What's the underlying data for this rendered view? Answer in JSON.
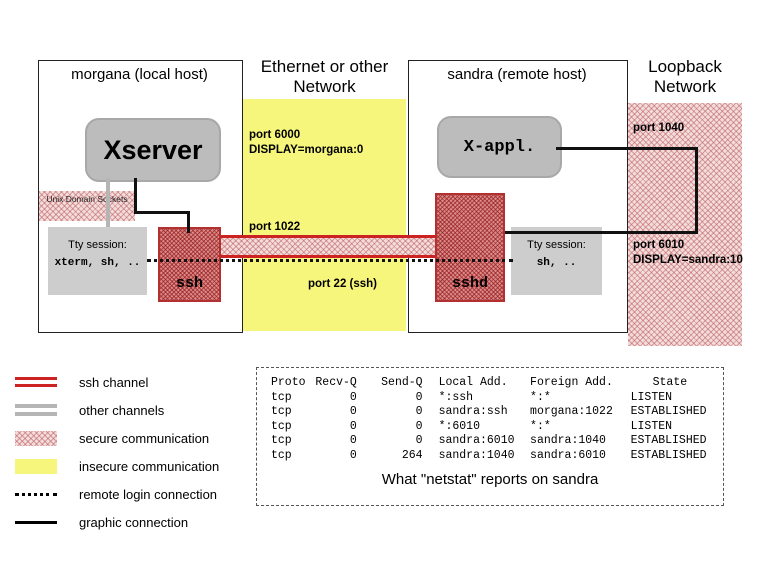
{
  "diagram": {
    "morgana": {
      "title": "morgana (local host)",
      "xserver_label": "Xserver",
      "unix_sockets_label": "Unix Domain Sockets",
      "tty_title": "Tty session:",
      "tty_programs": "xterm, sh, ..",
      "ssh_label": "ssh"
    },
    "ethernet": {
      "title": "Ethernet or other Network",
      "port6000_label": "port 6000",
      "display_label": "DISPLAY=morgana:0",
      "port1022_label": "port 1022",
      "port22_label": "port 22 (ssh)"
    },
    "sandra": {
      "title": "sandra (remote host)",
      "xappl_label": "X-appl.",
      "sshd_label": "sshd",
      "tty_title": "Tty session:",
      "tty_programs": "sh, .."
    },
    "loopback": {
      "title": "Loopback Network",
      "port1040_label": "port 1040",
      "port6010_label": "port 6010",
      "display_label": "DISPLAY=sandra:10"
    }
  },
  "legend": {
    "items": [
      {
        "label": "ssh channel",
        "swatch": "red-double-line"
      },
      {
        "label": "other channels",
        "swatch": "gray-double-line"
      },
      {
        "label": "secure communication",
        "swatch": "pink-hatch"
      },
      {
        "label": "insecure communication",
        "swatch": "yellow-box"
      },
      {
        "label": "remote login connection",
        "swatch": "dotted-line"
      },
      {
        "label": "graphic connection",
        "swatch": "solid-line"
      }
    ]
  },
  "netstat": {
    "columns": [
      "Proto",
      "Recv-Q",
      "Send-Q",
      "Local Add.",
      "Foreign Add.",
      "State"
    ],
    "rows": [
      [
        "tcp",
        "0",
        "0",
        "*:ssh",
        "*:*",
        "LISTEN"
      ],
      [
        "tcp",
        "0",
        "0",
        "sandra:ssh",
        "morgana:1022",
        "ESTABLISHED"
      ],
      [
        "tcp",
        "0",
        "0",
        "*:6010",
        "*:*",
        "LISTEN"
      ],
      [
        "tcp",
        "0",
        "0",
        "sandra:6010",
        "sandra:1040",
        "ESTABLISHED"
      ],
      [
        "tcp",
        "0",
        "264",
        "sandra:1040",
        "sandra:6010",
        "ESTABLISHED"
      ]
    ],
    "caption": "What \"netstat\" reports on sandra"
  },
  "colors": {
    "insecure_yellow": "#f7f67c",
    "secure_pink_base": "#f2dcdc",
    "ssh_red": "#cc2222",
    "other_gray": "#b5b5b5"
  }
}
